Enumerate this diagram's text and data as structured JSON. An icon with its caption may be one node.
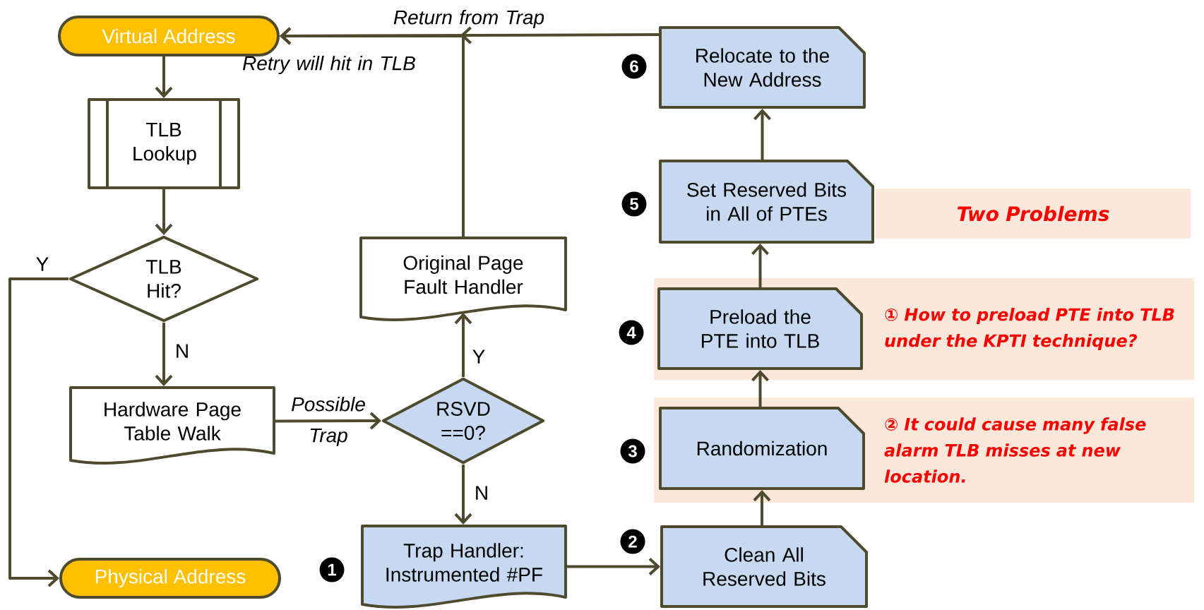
{
  "diagram": {
    "nodes": [
      {
        "text": [
          "Virtual Address"
        ]
      },
      {
        "text": [
          "TLB Lookup"
        ]
      },
      {
        "text": [
          "TLB Hit?"
        ]
      },
      {
        "text": [
          "Hardware Page Table Walk"
        ]
      },
      {
        "text": [
          "Original Page Fault Handler"
        ]
      },
      {
        "text": [
          "RSVD ==0?"
        ]
      },
      {
        "text": [
          "Trap Handler: Instrumented #PF"
        ],
        "beside": [
          "1"
        ]
      },
      {
        "text": [
          "Physical Address"
        ]
      },
      {
        "text": [
          "Relocate to the New Address"
        ],
        "beside": [
          "6"
        ]
      },
      {
        "text": [
          "Set Reserved Bits in All of PTEs"
        ],
        "beside": [
          "5"
        ]
      },
      {
        "text": [
          "Two Problems"
        ]
      },
      {
        "text": [
          "① How to preload PTE into TLB under the KPTI technique?"
        ]
      },
      {
        "text": [
          "Preload the PTE into TLB"
        ],
        "in": 11,
        "beside": [
          "4"
        ]
      },
      {
        "text": [
          "② It could cause many false alarm TLB misses at new location."
        ]
      },
      {
        "text": [
          "Randomization"
        ],
        "in": 13,
        "beside": [
          "3"
        ]
      },
      {
        "text": [
          "Clean All Reserved Bits"
        ],
        "beside": [
          "2"
        ]
      }
    ],
    "edges": [
      {
        "from": 0,
        "to": 1,
        "arrow": "to"
      },
      {
        "from": 1,
        "to": 2,
        "arrow": "to"
      },
      {
        "from": 2,
        "to": 7,
        "arrow": "to",
        "label": "Y"
      },
      {
        "from": 2,
        "to": 3,
        "arrow": "to",
        "label": "N"
      },
      {
        "from": 3,
        "to": 5,
        "arrow": "to",
        "label": "Possible Trap"
      },
      {
        "from": 5,
        "to": 4,
        "arrow": "to",
        "label": "Y"
      },
      {
        "from": 5,
        "to": 6,
        "arrow": "to",
        "label": "N"
      },
      {
        "from": 6,
        "to": 15,
        "arrow": "to"
      },
      {
        "from": 15,
        "to": 14,
        "arrow": "to"
      },
      {
        "from": 14,
        "to": 12,
        "arrow": "to"
      },
      {
        "from": 12,
        "to": 9,
        "arrow": "to"
      },
      {
        "from": 9,
        "to": 8,
        "arrow": "to"
      },
      {
        "from": 8,
        "to": 0,
        "arrow": "to",
        "label": "Return from Trap"
      },
      {
        "from": 4,
        "to": 0,
        "arrow": "to",
        "label": "Retry will hit in TLB"
      }
    ]
  }
}
